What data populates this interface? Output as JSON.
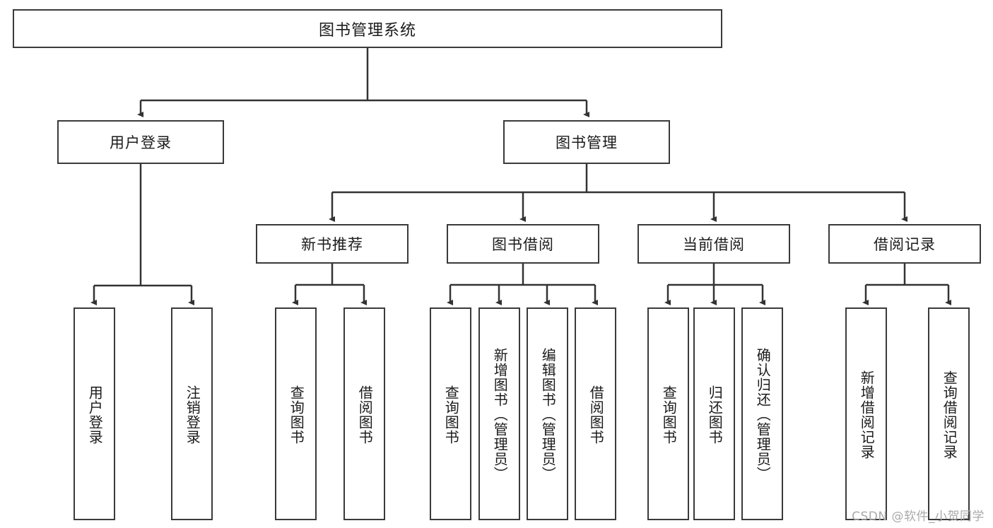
{
  "diagram": {
    "title": "图书管理系统",
    "type": "tree",
    "root": {
      "label": "图书管理系统"
    },
    "level2": [
      {
        "label": "用户登录"
      },
      {
        "label": "图书管理"
      }
    ],
    "level3": [
      {
        "label": "新书推荐"
      },
      {
        "label": "图书借阅"
      },
      {
        "label": "当前借阅"
      },
      {
        "label": "借阅记录"
      }
    ],
    "leaves": {
      "user_login": [
        {
          "label": "用户登录"
        },
        {
          "label": "注销登录"
        }
      ],
      "new_book_recommend": [
        {
          "label": "查询图书"
        },
        {
          "label": "借阅图书"
        }
      ],
      "book_borrow": [
        {
          "label": "查询图书"
        },
        {
          "label": "新增图书（管理员）"
        },
        {
          "label": "编辑图书（管理员）"
        },
        {
          "label": "借阅图书"
        }
      ],
      "current_borrow": [
        {
          "label": "查询图书"
        },
        {
          "label": "归还图书"
        },
        {
          "label": "确认归还（管理员）"
        }
      ],
      "borrow_record": [
        {
          "label": "新增借阅记录"
        },
        {
          "label": "查询借阅记录"
        }
      ]
    }
  },
  "watermark": {
    "text": "CSDN @软件_小贺同学"
  },
  "colors": {
    "stroke": "#3a3a3a",
    "text": "#1b1b1b",
    "background": "#ffffff",
    "watermark": "#a9a9a9"
  }
}
